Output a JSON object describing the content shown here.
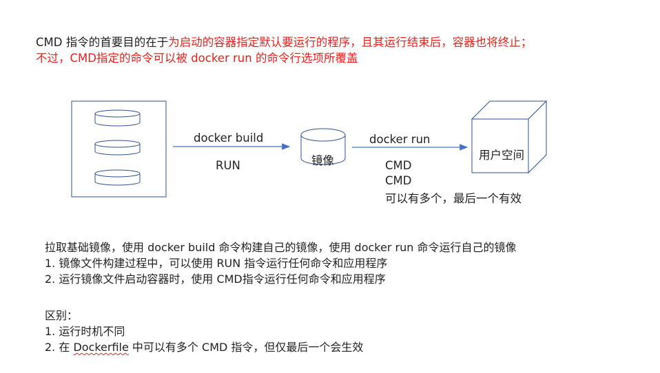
{
  "intro": {
    "prefix": "CMD 指令的首要目的在于",
    "line1_red": "为启动的容器指定默认要运行的程序，且其运行结束后，容器也将终止；",
    "line2_red": "不过，CMD指定的命令可以被 docker run 的命令行选项所覆盖"
  },
  "diagram": {
    "build_label": "docker build",
    "run_instruction": "RUN",
    "image_label": "镜像",
    "run_label": "docker run",
    "cmd1": "CMD",
    "cmd2": "CMD",
    "multi_note": "可以有多个，最后一个有效",
    "user_space": "用户空间",
    "colors": {
      "stroke": "#2f4f8f",
      "arrow": "#4472c4"
    }
  },
  "section1": {
    "heading": "拉取基础镜像，使用 docker build 命令构建自己的镜像，使用 docker run 命令运行自己的镜像",
    "items": [
      "1.   镜像文件构建过程中，可以使用 RUN 指令运行任何命令和应用程序",
      "2.   运行镜像文件启动容器时，使用 CMD指令运行任何命令和应用程序"
    ]
  },
  "section2": {
    "heading": "区别：",
    "item1": "1. 运行时机不同",
    "item2_pre": "2. 在 ",
    "item2_word": "Dockerfile",
    "item2_post": " 中可以有多个 CMD 指令，但仅最后一个会生效"
  }
}
